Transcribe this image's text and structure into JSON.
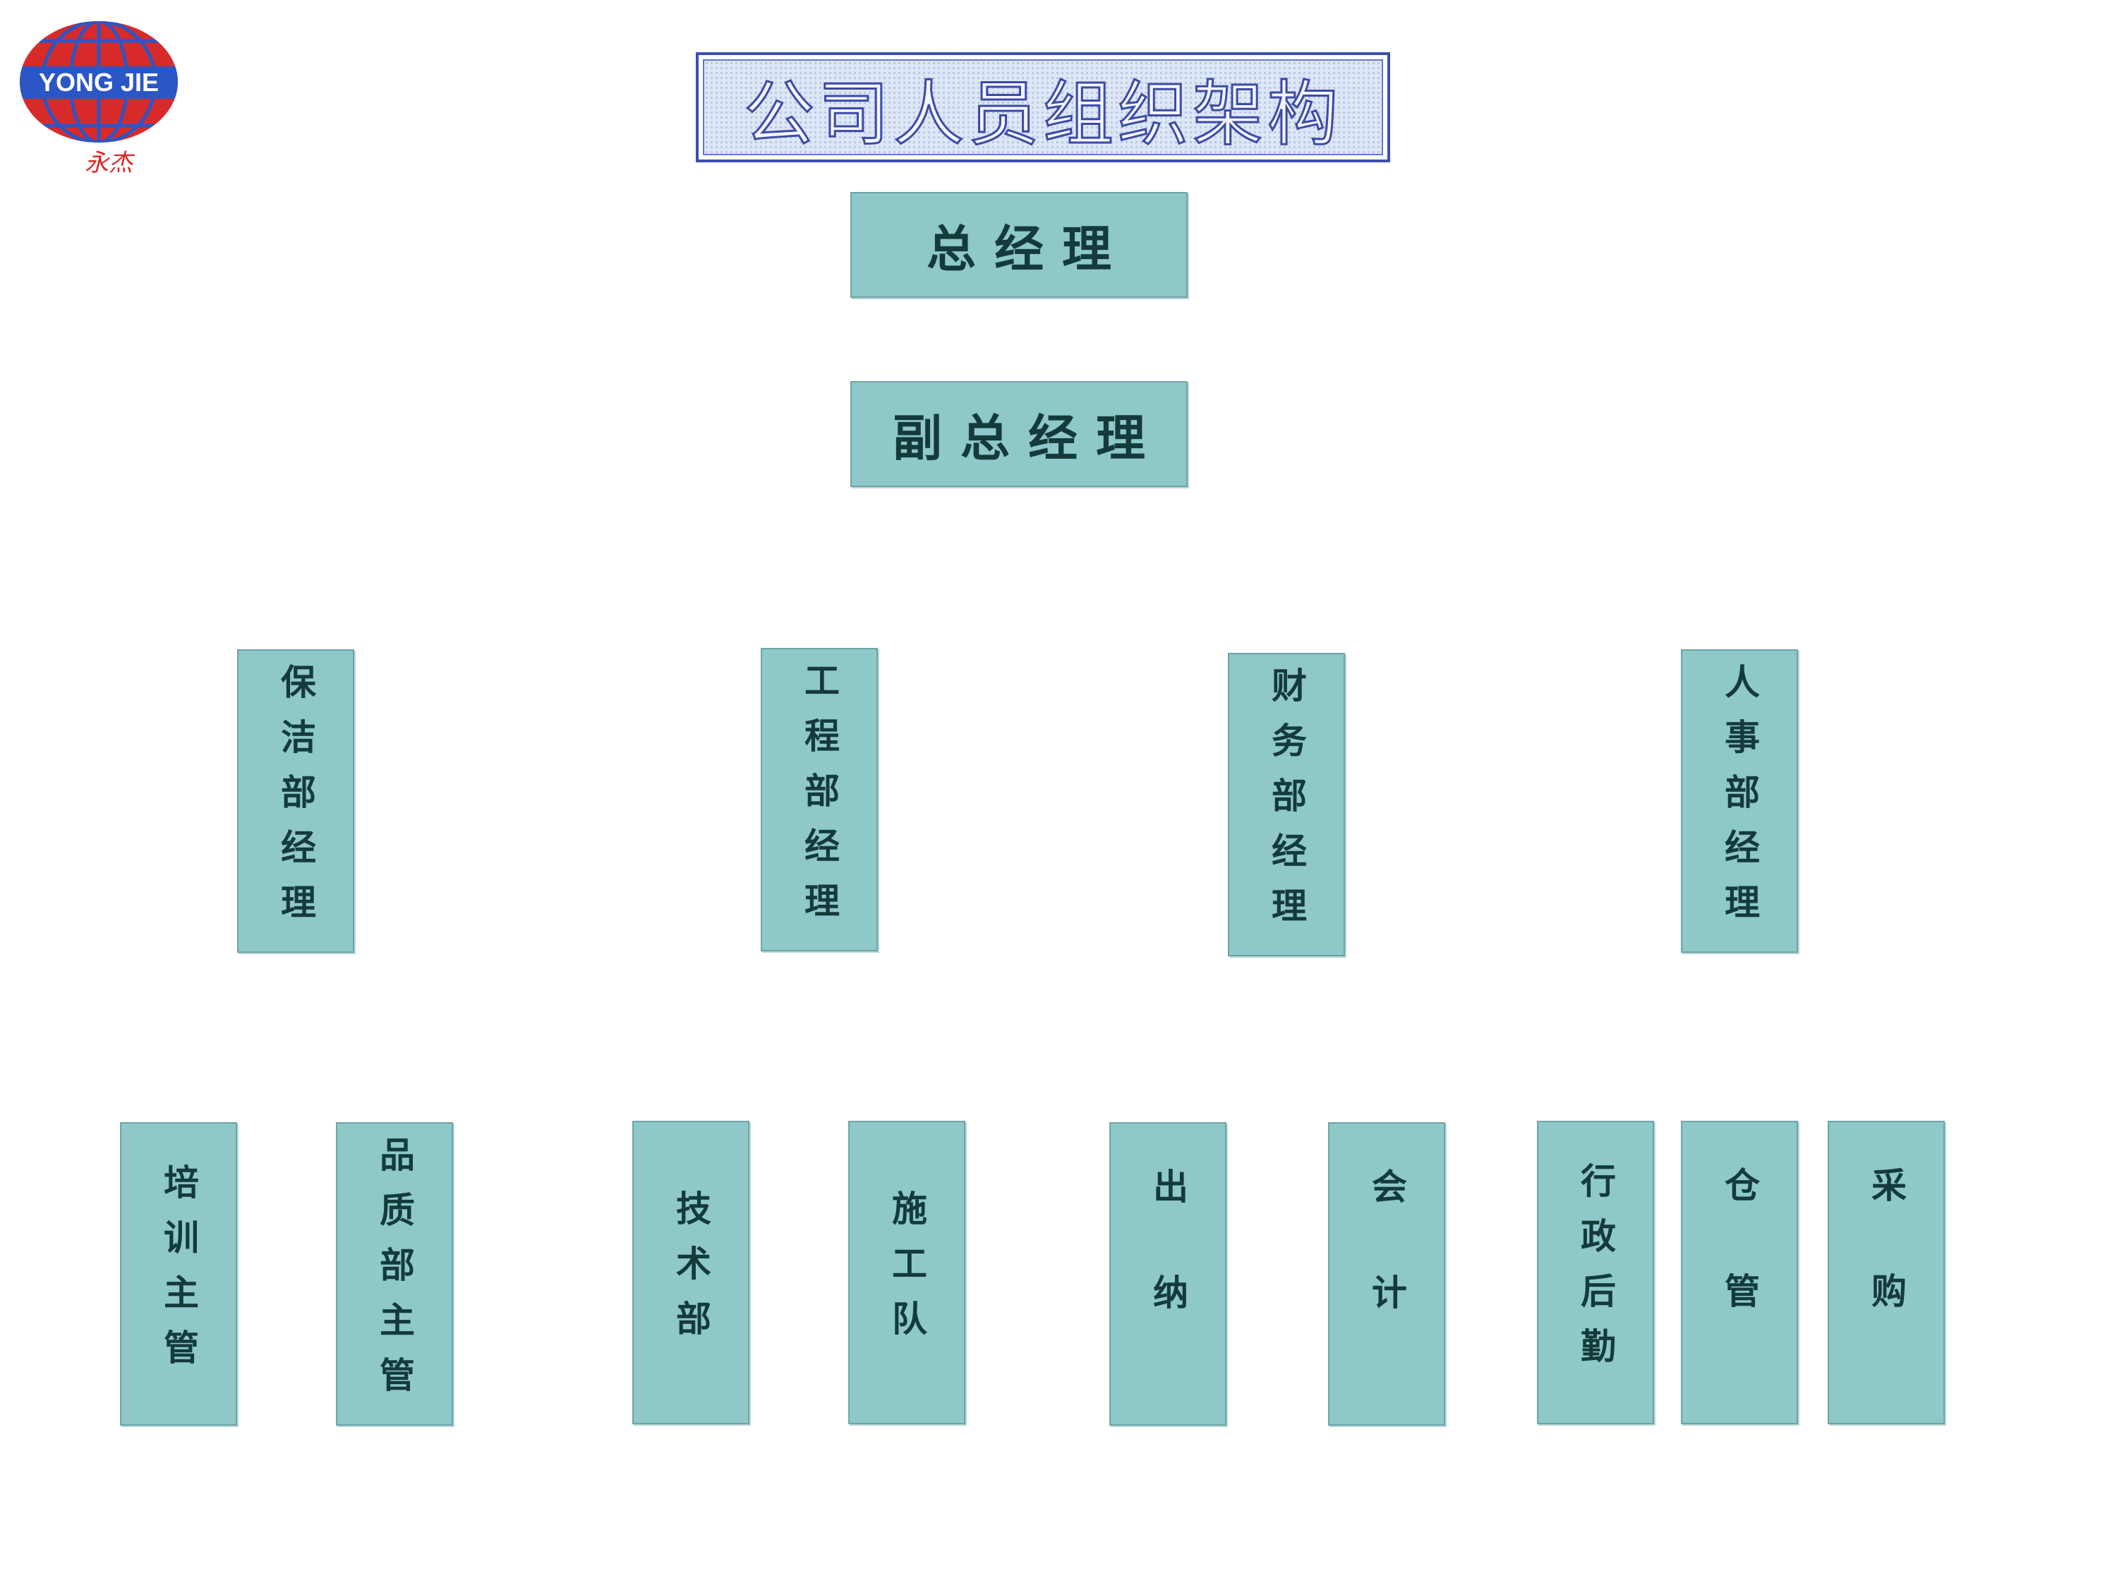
{
  "logo": {
    "text": "YONG JIE",
    "sub": "永杰",
    "colors": {
      "globe": "#d92a2a",
      "band": "#2a56c6"
    }
  },
  "title": "公司人员组织架构",
  "top": {
    "gm": "总经理",
    "vgm": "副总经理"
  },
  "managers": [
    "保洁部经理",
    "工程部经理",
    "财务部经理",
    "人事部经理"
  ],
  "units": [
    "培训主管",
    "品质部主管",
    "技术部",
    "施工队",
    "出纳",
    "会计",
    "行政后勤",
    "仓管",
    "采购"
  ],
  "colors": {
    "box": "#8ec8c8",
    "box_border": "#6fa4a6",
    "text": "#143a3c",
    "title_border": "#3a4fae"
  }
}
